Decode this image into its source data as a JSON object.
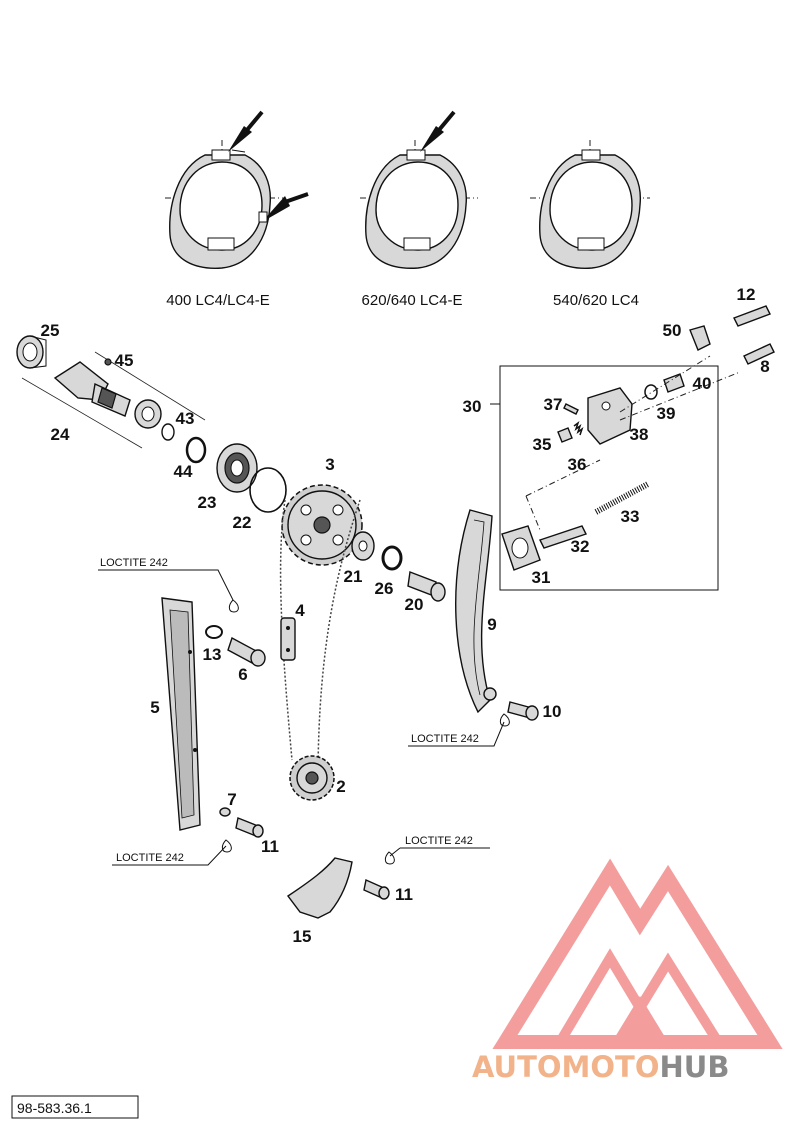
{
  "variants": [
    {
      "caption": "400 LC4/LC4-E"
    },
    {
      "caption": "620/640 LC4-E"
    },
    {
      "caption": "540/620 LC4"
    }
  ],
  "parts": {
    "p2": "2",
    "p3": "3",
    "p4": "4",
    "p5": "5",
    "p6": "6",
    "p7": "7",
    "p8": "8",
    "p9": "9",
    "p10": "10",
    "p11a": "11",
    "p11b": "11",
    "p12": "12",
    "p13": "13",
    "p15": "15",
    "p20": "20",
    "p21": "21",
    "p22": "22",
    "p23": "23",
    "p24": "24",
    "p25": "25",
    "p26": "26",
    "p30": "30",
    "p31": "31",
    "p32": "32",
    "p33": "33",
    "p35": "35",
    "p36": "36",
    "p37": "37",
    "p38": "38",
    "p39": "39",
    "p40": "40",
    "p43": "43",
    "p44": "44",
    "p45": "45",
    "p50": "50"
  },
  "callouts": {
    "loctite_1": "LOCTITE 242",
    "loctite_2": "LOCTITE 242",
    "loctite_3": "LOCTITE 242",
    "loctite_4": "LOCTITE 242"
  },
  "watermark": {
    "part1": "AUTO",
    "part2": "MOTO",
    "part3": "HUB",
    "color_primary": "#f2b38a",
    "color_secondary": "#8a8a8a",
    "logo_color": "#f28c8c"
  },
  "reference": "98-583.36.1"
}
